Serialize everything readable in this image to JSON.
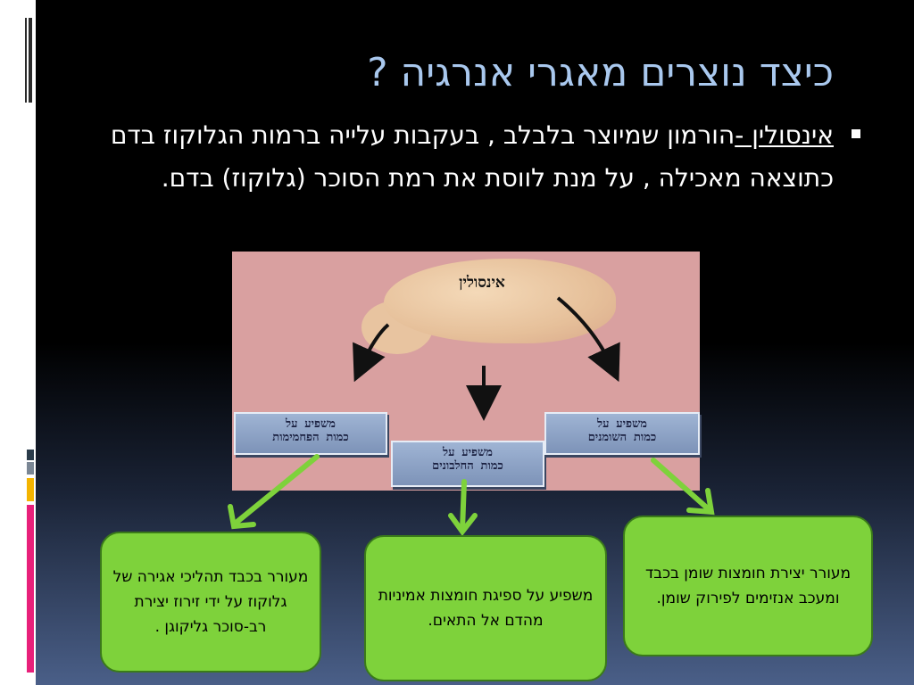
{
  "slide": {
    "title": "כיצד נוצרים מאגרי אנרגיה ?",
    "bullet": {
      "term": "אינסולין -",
      "text": "הורמון שמיוצר בלבלב ,  בעקבות עלייה ברמות הגלוקוז בדם כתוצאה מאכילה , על מנת לווסת את רמת הסוכר (גלוקוז) בדם."
    }
  },
  "diagram": {
    "pancreas_label": "אינסולין",
    "boxes": [
      {
        "line1": "משפיע על",
        "line2": "כמות הפחמימות"
      },
      {
        "line1": "משפיע על",
        "line2": "כמות החלבונים"
      },
      {
        "line1": "משפיע על",
        "line2": "כמות השומנים"
      }
    ]
  },
  "effects": [
    {
      "text": "מעורר בכבד תהליכי אגירה של גלוקוז על ידי זירוז יצירת רב-סוכר גליקוגן ."
    },
    {
      "text": "משפיע על ספיגת חומצות אמיניות מהדם אל התאים."
    },
    {
      "text": "מעורר יצירת חומצות שומן בכבד ומעכב אנזימים לפירוק שומן."
    }
  ],
  "colors": {
    "title": "#a9c8ee",
    "green_box": "#7ed23b",
    "arrow_green": "#7ed23b",
    "diagram_bg": "#d9a0a0"
  }
}
